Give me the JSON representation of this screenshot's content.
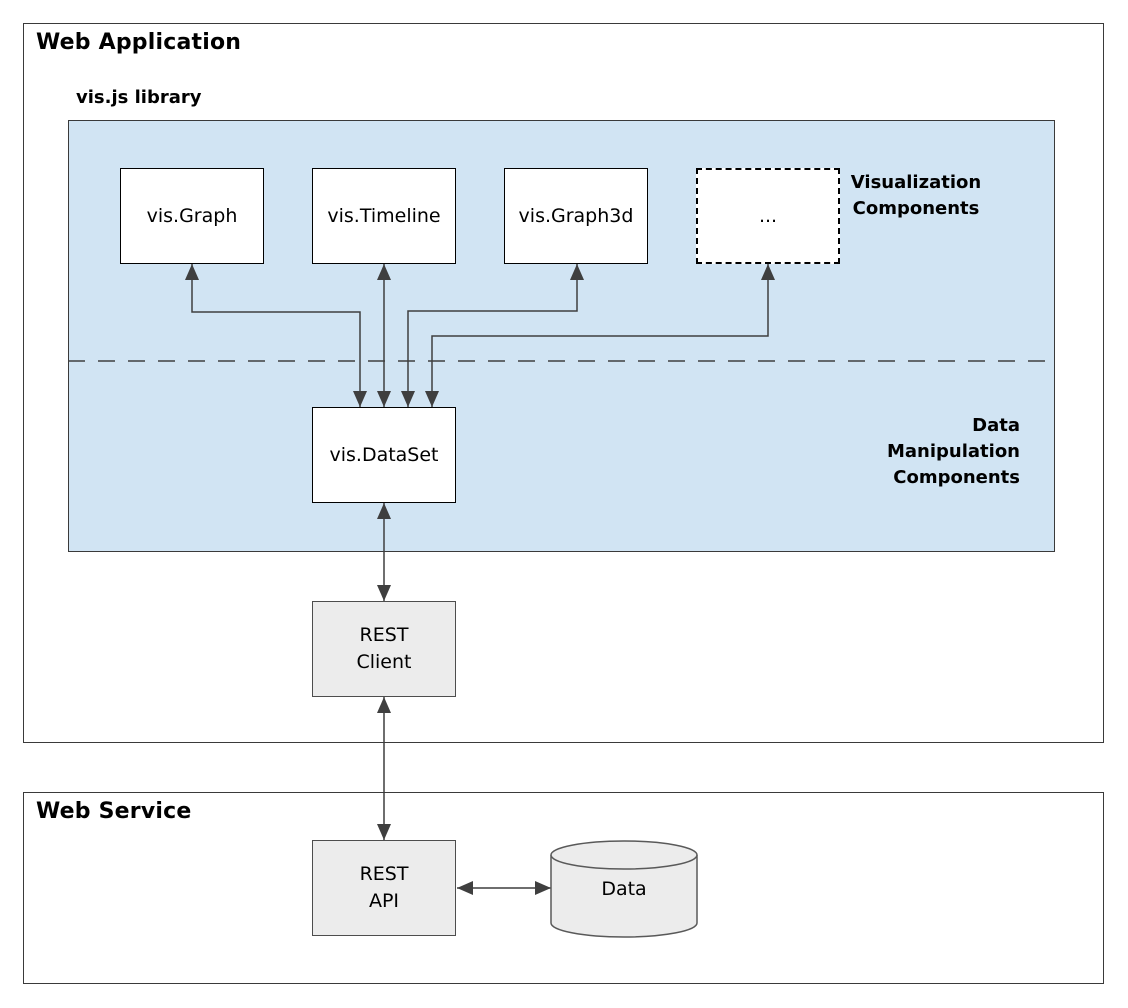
{
  "web_application": {
    "title": "Web Application",
    "library_label": "vis.js library",
    "visualization_components_label": "Visualization\nComponents",
    "data_manipulation_components_label": "Data\nManipulation\nComponents",
    "components": {
      "vis_graph": "vis.Graph",
      "vis_timeline": "vis.Timeline",
      "vis_graph3d": "vis.Graph3d",
      "more": "...",
      "vis_dataset": "vis.DataSet",
      "rest_client": "REST\nClient"
    }
  },
  "web_service": {
    "title": "Web Service",
    "rest_api": "REST\nAPI",
    "data_store": "Data"
  },
  "colors": {
    "library_fill": "#d1e4f3",
    "service_fill": "#ececec",
    "component_fill": "#ffffff",
    "line": "#3f3f3f"
  }
}
